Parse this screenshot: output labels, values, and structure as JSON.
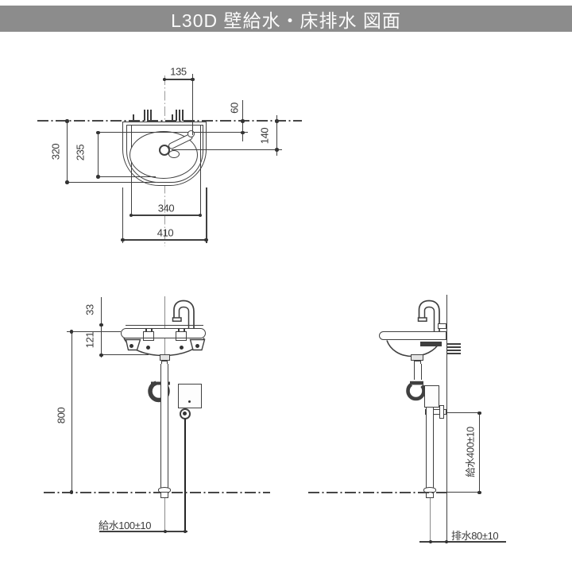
{
  "header": {
    "title": "L30D 壁給水・床排水 図面"
  },
  "colors": {
    "header_bg": "#8c8c8c",
    "header_text": "#fafafa",
    "line": "#404040",
    "dim_text": "#3a3a3a"
  },
  "plan": {
    "dims": {
      "faucet_offset": "135",
      "lever_depth": "60",
      "spout_center_depth": "140",
      "overall_depth": "320",
      "bowl_depth": "235",
      "inner_width": "340",
      "overall_width": "410"
    }
  },
  "front": {
    "dims": {
      "spout_rise": "33",
      "body_height": "121",
      "rim_height": "800",
      "supply_offset": "給水100±10"
    }
  },
  "side": {
    "dims": {
      "supply_height": "給水400±10",
      "drain_offset": "排水80±10"
    }
  }
}
